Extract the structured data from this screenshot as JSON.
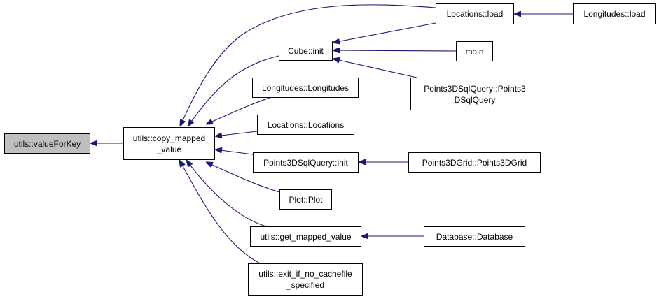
{
  "graph": {
    "edge_color": "#191970",
    "root_fill": "#bfbfbf",
    "nodes": {
      "valueForKey": "utils::valueForKey",
      "copy_mapped_value": "utils::copy_mapped\n_value",
      "locations_load": "Locations::load",
      "longitudes_load": "Longitudes::load",
      "cube_init": "Cube::init",
      "main": "main",
      "p3dsq_ctor": "Points3DSqlQuery::Points3\nDSqlQuery",
      "longitudes_ctor": "Longitudes::Longitudes",
      "locations_ctor": "Locations::Locations",
      "p3dsq_init": "Points3DSqlQuery::init",
      "points3dgrid_ctor": "Points3DGrid::Points3DGrid",
      "plot_ctor": "Plot::Plot",
      "get_mapped_value": "utils::get_mapped_value",
      "database_ctor": "Database::Database",
      "exit_if_no_cachefile": "utils::exit_if_no_cachefile\n_specified"
    },
    "edges": [
      [
        "copy_mapped_value",
        "valueForKey"
      ],
      [
        "locations_load",
        "copy_mapped_value"
      ],
      [
        "cube_init",
        "copy_mapped_value"
      ],
      [
        "longitudes_ctor",
        "copy_mapped_value"
      ],
      [
        "locations_ctor",
        "copy_mapped_value"
      ],
      [
        "p3dsq_init",
        "copy_mapped_value"
      ],
      [
        "plot_ctor",
        "copy_mapped_value"
      ],
      [
        "get_mapped_value",
        "copy_mapped_value"
      ],
      [
        "exit_if_no_cachefile",
        "copy_mapped_value"
      ],
      [
        "locations_load",
        "cube_init"
      ],
      [
        "main",
        "cube_init"
      ],
      [
        "p3dsq_ctor",
        "cube_init"
      ],
      [
        "longitudes_load",
        "locations_load"
      ],
      [
        "points3dgrid_ctor",
        "p3dsq_init"
      ],
      [
        "database_ctor",
        "get_mapped_value"
      ]
    ]
  }
}
